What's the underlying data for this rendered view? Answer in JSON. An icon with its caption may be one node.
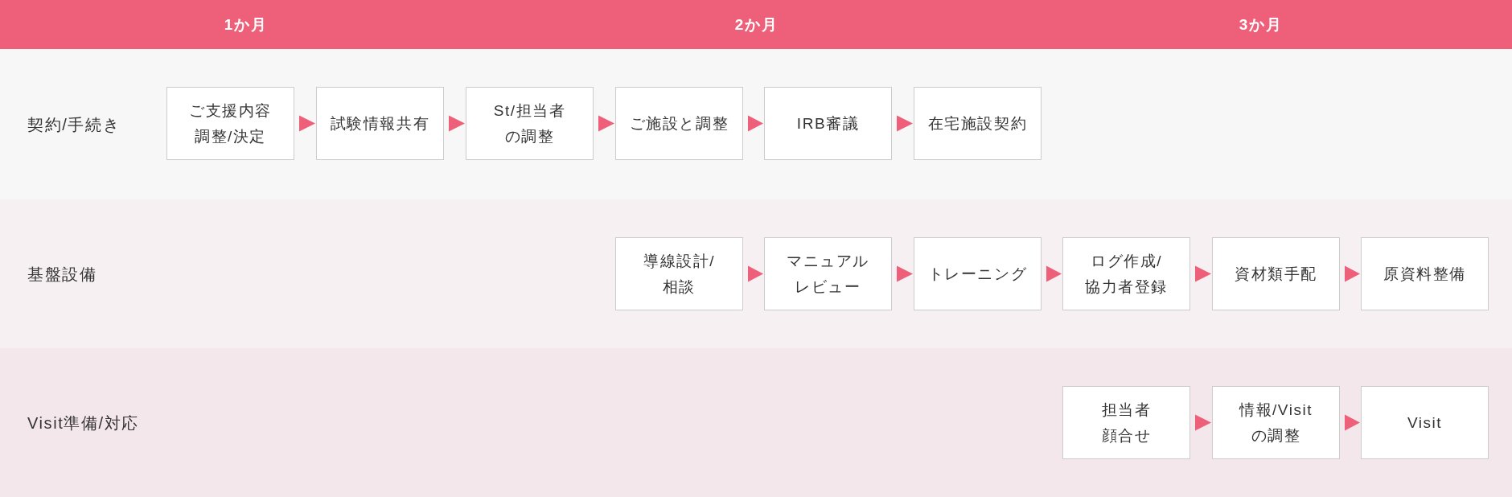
{
  "diagram": {
    "nodes": [
      {
        "text": [
          "契約/手続き"
        ]
      },
      {
        "text": [
          "ご支援内容調整/決定"
        ],
        "in": 0
      },
      {
        "text": [
          "試験情報共有"
        ],
        "in": 0
      },
      {
        "text": [
          "St/担当者の調整"
        ],
        "in": 0
      },
      {
        "text": [
          "ご施設と調整"
        ],
        "in": 0
      },
      {
        "text": [
          "IRB審議"
        ],
        "in": 0
      },
      {
        "text": [
          "在宅施設契約"
        ],
        "in": 0
      },
      {
        "text": [
          "基盤設備"
        ]
      },
      {
        "text": [
          "導線設計/相談"
        ],
        "in": 7
      },
      {
        "text": [
          "マニュアルレビュー"
        ],
        "in": 7
      },
      {
        "text": [
          "トレーニング"
        ],
        "in": 7
      },
      {
        "text": [
          "ログ作成/協力者登録"
        ],
        "in": 7
      },
      {
        "text": [
          "資材類手配"
        ],
        "in": 7
      },
      {
        "text": [
          "原資料整備"
        ],
        "in": 7
      },
      {
        "text": [
          "Visit準備/対応"
        ]
      },
      {
        "text": [
          "担当者顔合せ"
        ],
        "in": 14
      },
      {
        "text": [
          "情報/Visitの調整"
        ],
        "in": 14
      },
      {
        "text": [
          "Visit"
        ],
        "in": 14
      }
    ],
    "edges": [
      {
        "from": 1,
        "to": 2,
        "arrow": "to"
      },
      {
        "from": 2,
        "to": 3,
        "arrow": "to"
      },
      {
        "from": 3,
        "to": 4,
        "arrow": "to"
      },
      {
        "from": 4,
        "to": 5,
        "arrow": "to"
      },
      {
        "from": 5,
        "to": 6,
        "arrow": "to"
      },
      {
        "from": 8,
        "to": 9,
        "arrow": "to"
      },
      {
        "from": 9,
        "to": 10,
        "arrow": "to"
      },
      {
        "from": 10,
        "to": 11,
        "arrow": "to"
      },
      {
        "from": 11,
        "to": 12,
        "arrow": "to"
      },
      {
        "from": 12,
        "to": 13,
        "arrow": "to"
      },
      {
        "from": 15,
        "to": 16,
        "arrow": "to"
      },
      {
        "from": 16,
        "to": 17,
        "arrow": "to"
      }
    ],
    "labels": [
      "1か月",
      "2か月",
      "3か月"
    ]
  }
}
